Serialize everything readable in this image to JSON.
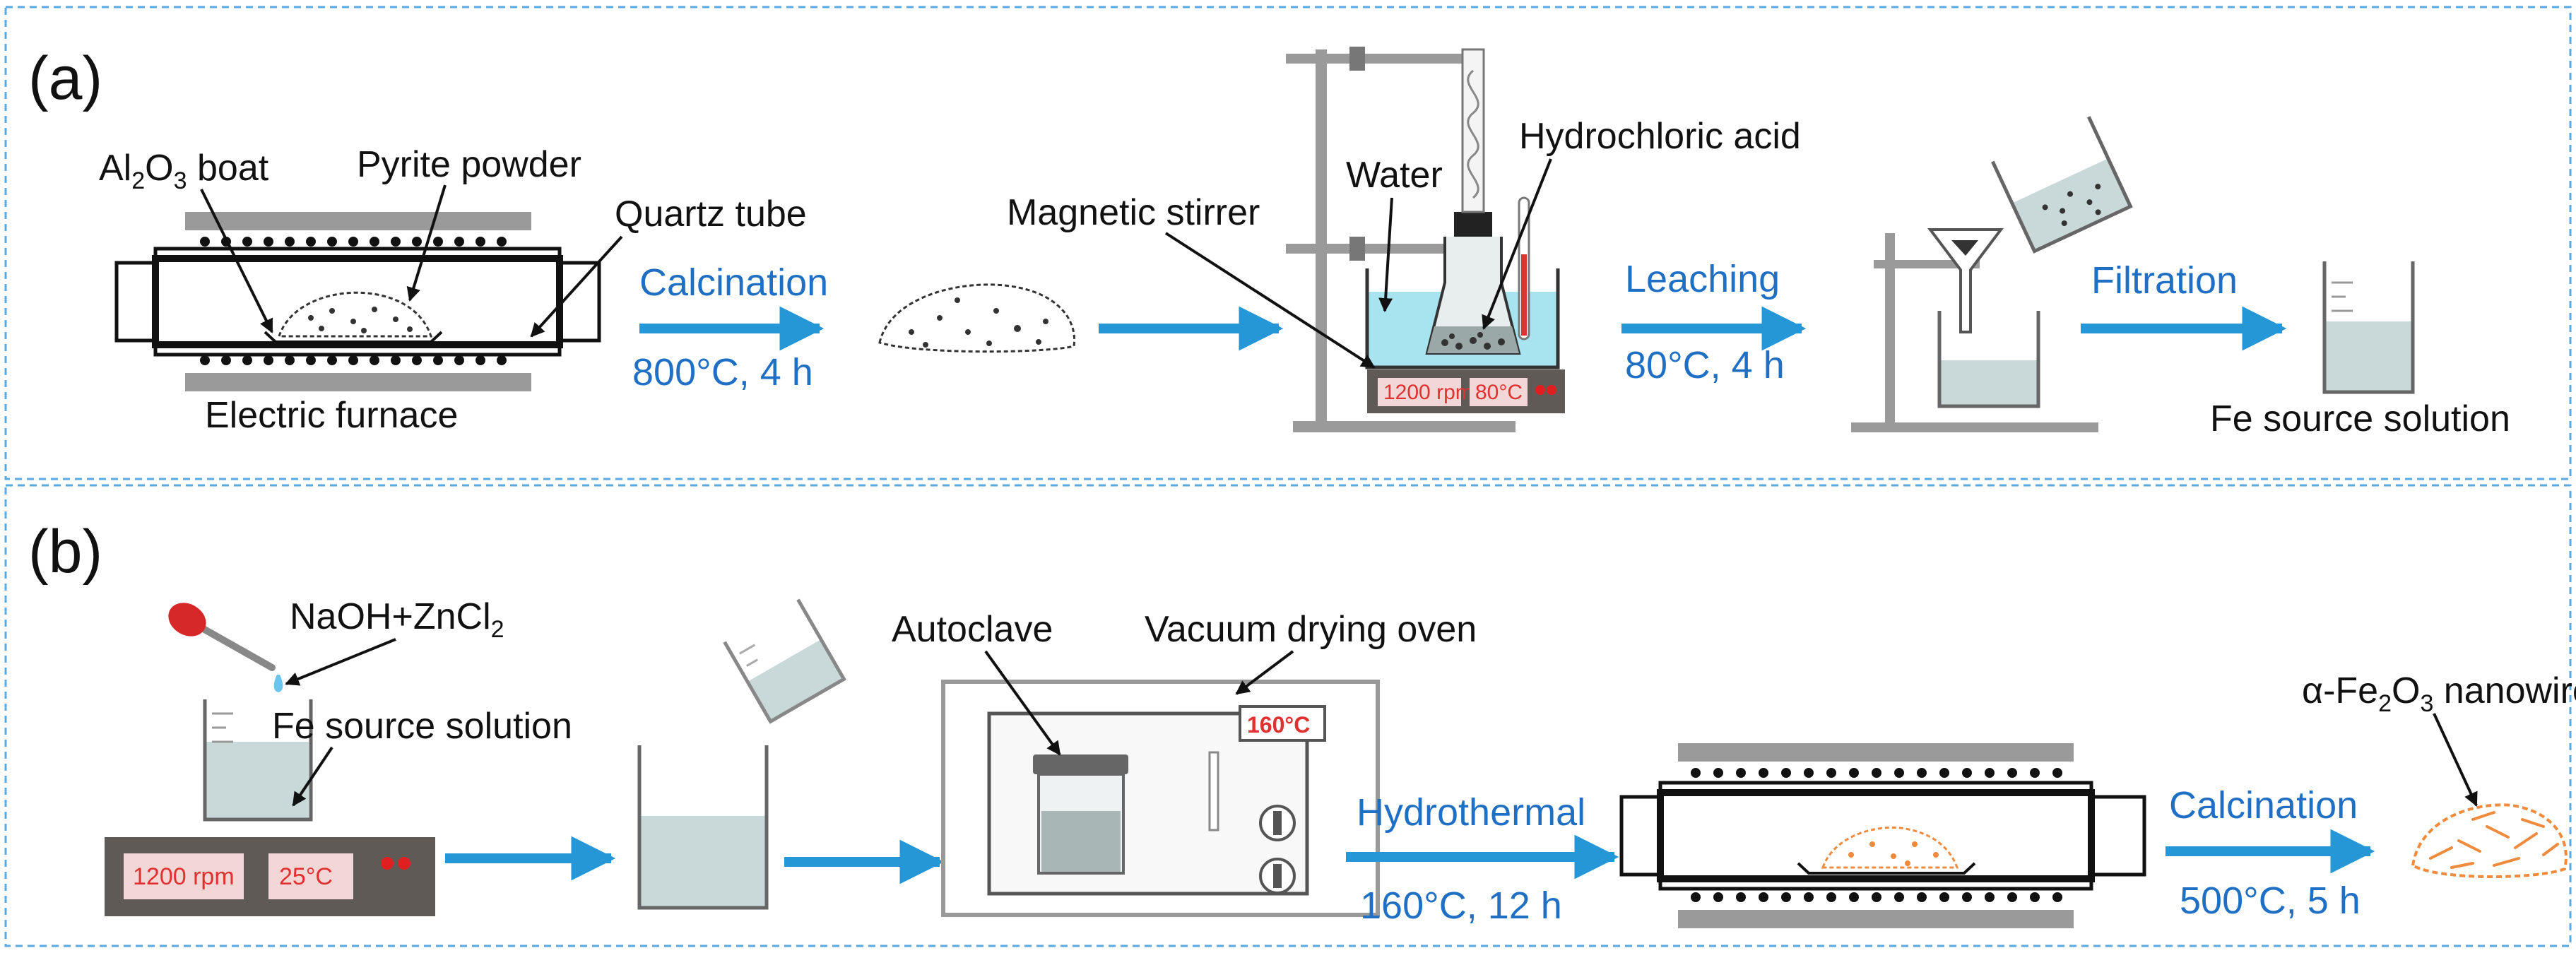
{
  "panels": {
    "a": {
      "label": "(a)",
      "components": {
        "boat": {
          "prefix": "Al",
          "sub1": "2",
          "mid": "O",
          "sub2": "3",
          "suffix": " boat"
        },
        "pyrite": "Pyrite powder",
        "quartz": "Quartz tube",
        "furnace": "Electric furnace",
        "stirrer": "Magnetic stirrer",
        "water": "Water",
        "acid": "Hydrochloric acid",
        "stirrer_rpm": "1200 rpm",
        "stirrer_temp": "80°C",
        "product": "Fe source solution"
      },
      "steps": {
        "calcination": "Calcination",
        "calcination_cond": "800°C, 4 h",
        "leaching": "Leaching",
        "leaching_cond": "80°C, 4 h",
        "filtration": "Filtration"
      }
    },
    "b": {
      "label": "(b)",
      "components": {
        "reagent": {
          "prefix": "NaOH+ZnCl",
          "sub1": "2"
        },
        "fe_solution": "Fe source solution",
        "stirrer_rpm": "1200 rpm",
        "stirrer_temp": "25°C",
        "autoclave": "Autoclave",
        "oven": "Vacuum drying oven",
        "oven_temp": "160°C",
        "product": {
          "prefix": "α-Fe",
          "sub1": "2",
          "mid": "O",
          "sub2": "3",
          "suffix": " nanowires"
        }
      },
      "steps": {
        "hydrothermal": "Hydrothermal",
        "hydrothermal_cond": "160°C, 12 h",
        "calcination": "Calcination",
        "calcination_cond": "500°C, 5 h"
      }
    }
  },
  "colors": {
    "arrow": "#2596d6",
    "step_text": "#1f6fc4",
    "panel_border": "#5aa9e0",
    "liquid": "#c9d8d8",
    "water_bath": "#a8e4f0",
    "hot_plate": "#5f5a56",
    "display_text": "#e03030",
    "nanowire": "#f08a3c",
    "furnace_bar": "#9a9a9a"
  }
}
